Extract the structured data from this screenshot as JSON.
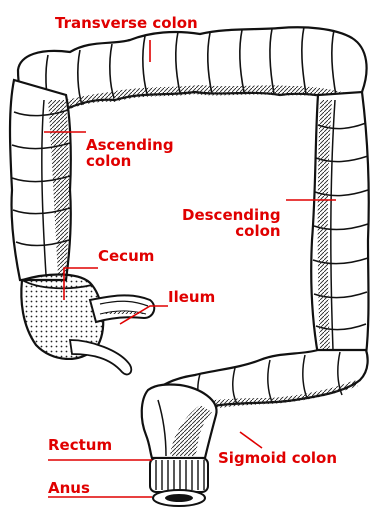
{
  "colors": {
    "label": "#e00000",
    "ink": "#111111",
    "fill": "#ffffff"
  },
  "labels": {
    "transverse_colon": "Transverse colon",
    "ascending_colon": "Ascending\ncolon",
    "descending_colon": "Descending\ncolon",
    "cecum": "Cecum",
    "ileum": "Ileum",
    "rectum": "Rectum",
    "sigmoid_colon": "Sigmoid colon",
    "anus": "Anus"
  }
}
